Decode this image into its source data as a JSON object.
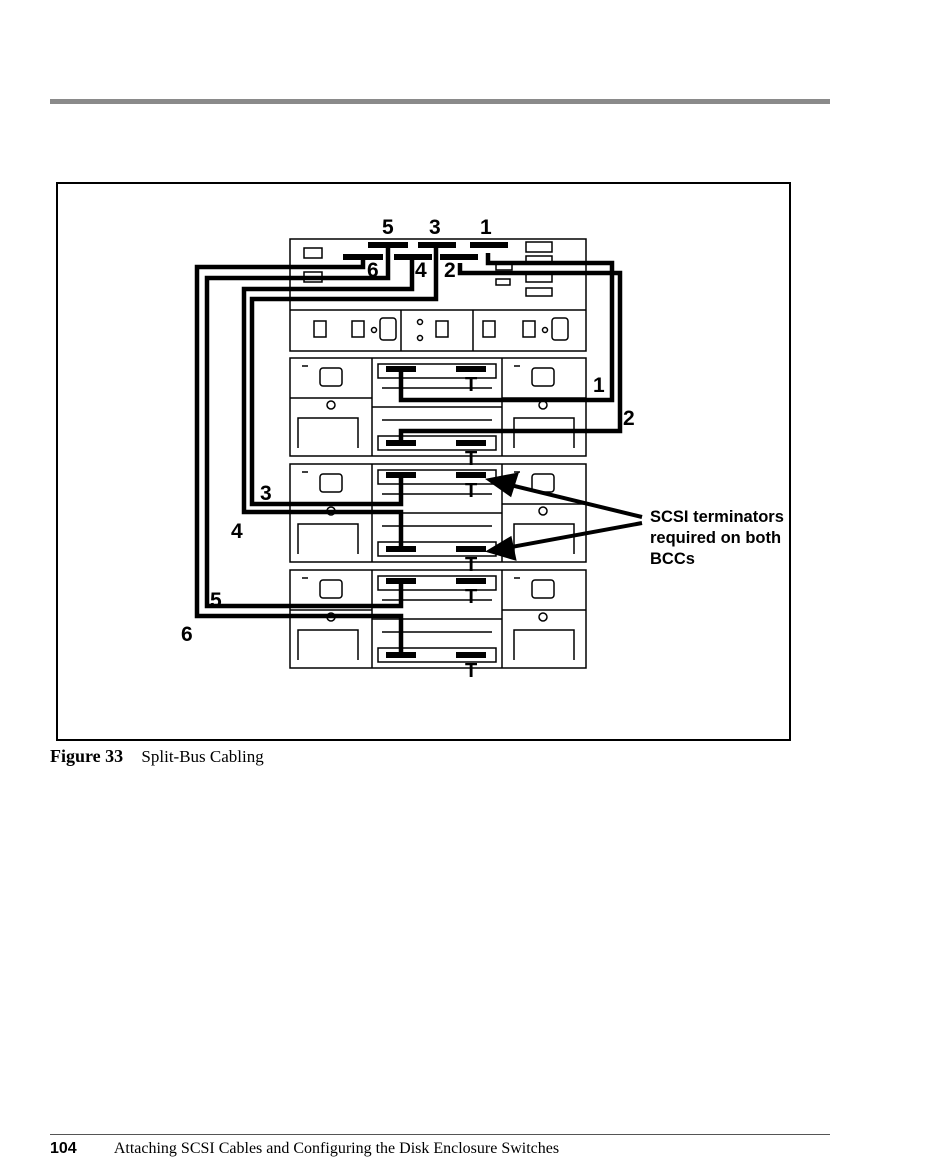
{
  "figure": {
    "caption_label": "Figure 33",
    "caption_title": "Split-Bus Cabling",
    "callout_lines": [
      "SCSI terminators",
      "required on both",
      "BCCs"
    ],
    "top_port_labels": [
      "5",
      "3",
      "1"
    ],
    "lower_port_labels": [
      "6",
      "4",
      "2"
    ],
    "right_cable_labels": [
      "1",
      "2"
    ],
    "left_cable_labels": [
      "3",
      "4",
      "5",
      "6"
    ],
    "terminator_glyph": "T"
  },
  "footer": {
    "page_number": "104",
    "running_title": "Attaching SCSI Cables and Configuring the Disk Enclosure Switches"
  }
}
